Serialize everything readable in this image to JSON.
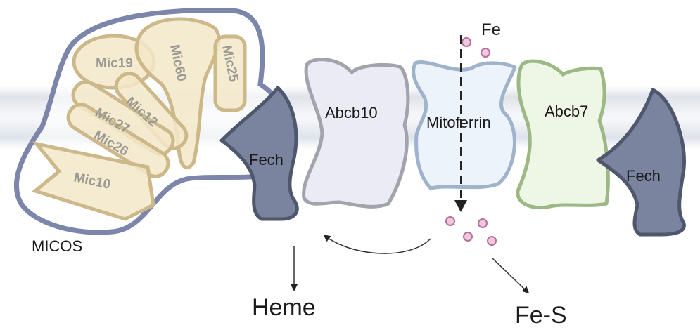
{
  "colors": {
    "membrane_band": "#d9dde6",
    "micos_outline": "#7c85aa",
    "mic_fill": "#f3e8c8",
    "mic_stroke": "#cdb88a",
    "fech_fill": "#7a849f",
    "fech_stroke": "#4f576d",
    "abcb10_fill": "#ebebf5",
    "abcb10_stroke": "#a3a3ab",
    "mitoferrin_fill": "#edf3fb",
    "mitoferrin_stroke": "#9fb3cb",
    "abcb7_fill": "#eef6e6",
    "abcb7_stroke": "#9bb885",
    "iron_fill": "#f1c7e0",
    "iron_stroke": "#b2709a"
  },
  "labels": {
    "micos": "MICOS",
    "mic19": "Mic19",
    "mic60": "Mic60",
    "mic25": "Mic25",
    "mic12": "Mic12",
    "mic27": "Mic27",
    "mic26": "Mic26",
    "mic10": "Mic10",
    "fech_left": "Fech",
    "abcb10": "Abcb10",
    "mitoferrin": "Mitoferrin",
    "abcb7": "Abcb7",
    "fech_right": "Fech",
    "fe": "Fe",
    "heme": "Heme",
    "fes": "Fe-S"
  }
}
